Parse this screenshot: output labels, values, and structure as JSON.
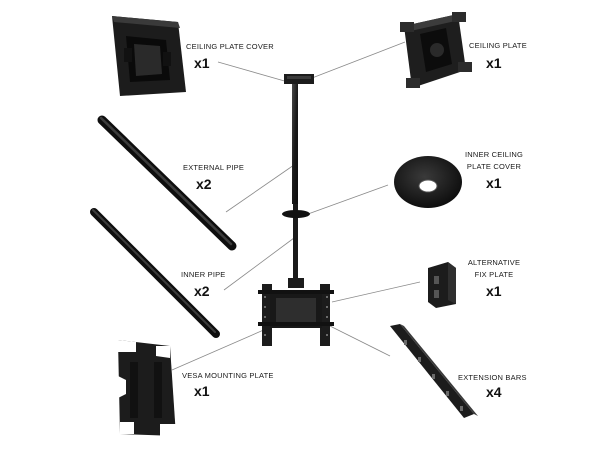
{
  "parts": [
    {
      "id": "ceiling-plate-cover",
      "name_lines": [
        "CEILING PLATE COVER"
      ],
      "qty": "x1"
    },
    {
      "id": "ceiling-plate",
      "name_lines": [
        "CEILING PLATE"
      ],
      "qty": "x1"
    },
    {
      "id": "external-pipe",
      "name_lines": [
        "EXTERNAL PIPE"
      ],
      "qty": "x2"
    },
    {
      "id": "inner-ceiling-plate-cover",
      "name_lines": [
        "INNER CEILING",
        "PLATE COVER"
      ],
      "qty": "x1"
    },
    {
      "id": "inner-pipe",
      "name_lines": [
        "INNER PIPE"
      ],
      "qty": "x2"
    },
    {
      "id": "alternative-fix-plate",
      "name_lines": [
        "ALTERNATIVE",
        "FIX PLATE"
      ],
      "qty": "x1"
    },
    {
      "id": "vesa-mounting-plate",
      "name_lines": [
        "VESA MOUNTING PLATE"
      ],
      "qty": "x1"
    },
    {
      "id": "extension-bars",
      "name_lines": [
        "EXTENSION BARS"
      ],
      "qty": "x4"
    }
  ],
  "colors": {
    "metal": "#1c1c1c",
    "metal_light": "#3a3a3a",
    "leader": "#8a8a8a"
  }
}
